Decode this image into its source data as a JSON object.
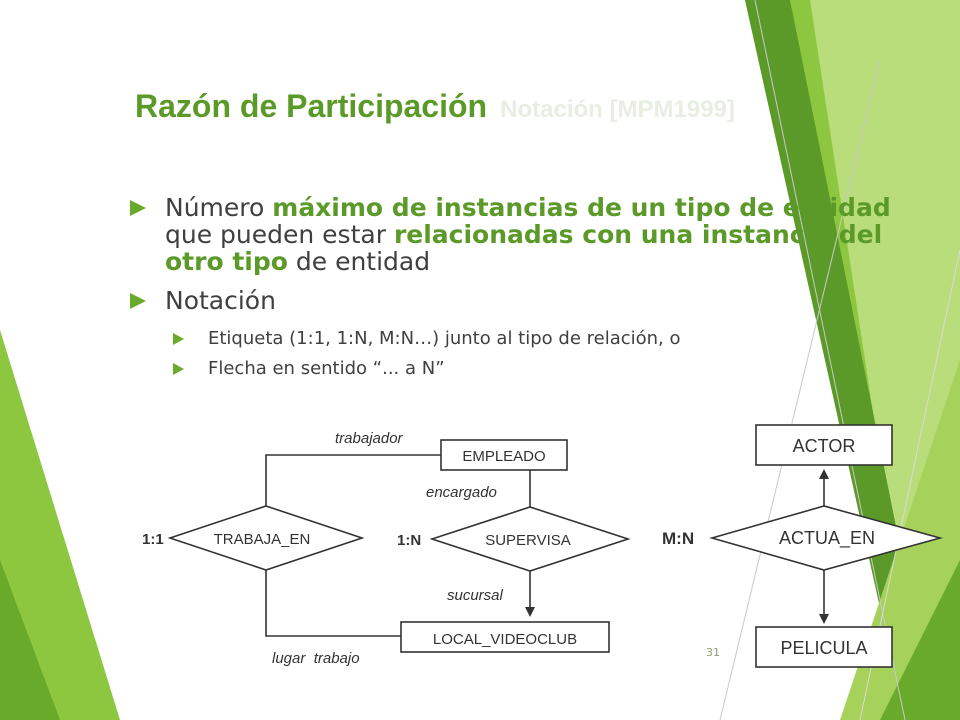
{
  "slide": {
    "title": "Razón de Participación",
    "subtitle": "Notación [MPM1999]",
    "page_number": "31"
  },
  "bullets": [
    {
      "level": 1,
      "segments": [
        {
          "text": "Número ",
          "bold": false
        },
        {
          "text": "máximo de instancias de un tipo de entidad",
          "bold": true
        },
        {
          "text": " que pueden estar ",
          "bold": false
        },
        {
          "text": "relacionadas con una instancia del otro tipo",
          "bold": true
        },
        {
          "text": " de entidad",
          "bold": false
        }
      ]
    },
    {
      "level": 1,
      "segments": [
        {
          "text": "Notación",
          "bold": false
        }
      ]
    },
    {
      "level": 2,
      "segments": [
        {
          "text": "Etiqueta (1:1, 1:N, M:N…) junto al tipo de relación, o",
          "bold": false
        }
      ]
    },
    {
      "level": 2,
      "segments": [
        {
          "text": "Flecha en sentido “... a N”",
          "bold": false
        }
      ]
    }
  ],
  "diagram": {
    "entities": {
      "empleado": "EMPLEADO",
      "local_videoclub": "LOCAL_VIDEOCLUB",
      "actor": "ACTOR",
      "pelicula": "PELICULA"
    },
    "relationships": {
      "trabaja_en": "TRABAJA_EN",
      "supervisa": "SUPERVISA",
      "actua_en": "ACTUA_EN"
    },
    "roles": {
      "trabajador": "trabajador",
      "encargado": "encargado",
      "sucursal": "sucursal",
      "lugar_trabajo": "lugar  trabajo"
    },
    "cardinalities": {
      "trabaja_en": "1:1",
      "supervisa": "1:N",
      "actua_en": "M:N"
    }
  },
  "colors": {
    "accent_green": "#5b9a28",
    "bullet_green": "#6aaa2a",
    "text_gray": "#404040",
    "line_gray": "#333333"
  }
}
